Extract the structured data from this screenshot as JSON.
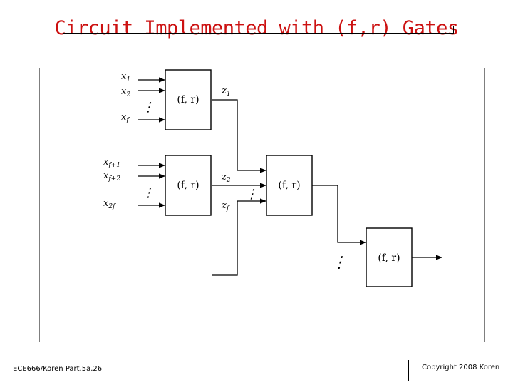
{
  "title": "Circuit Implemented with (f,r) Gates",
  "footer": {
    "left": "ECE666/Koren Part.5a.26",
    "right": "Copyright 2008 Koren"
  },
  "diagram": {
    "gate_label": "(f, r)",
    "inputs_gate1": [
      "x1",
      "x2",
      "xf"
    ],
    "inputs_gate2": [
      "xf+1",
      "xf+2",
      "x2f"
    ],
    "outputs": [
      "z1",
      "z2",
      "zf"
    ],
    "ellipsis": "⋮"
  }
}
